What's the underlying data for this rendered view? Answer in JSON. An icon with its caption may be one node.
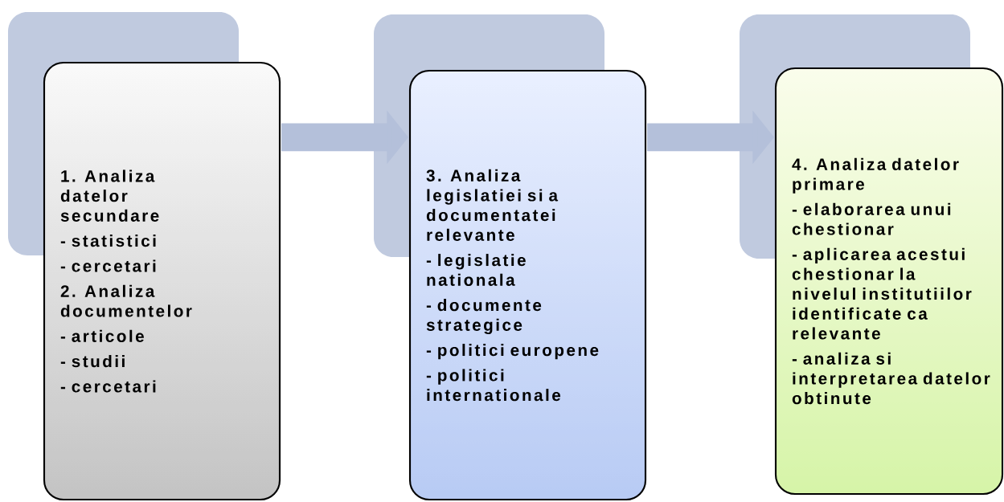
{
  "diagram": {
    "nodes": [
      {
        "text": [
          "1. Analiza datelor secundare",
          "- statistici",
          "- cercetari",
          "2. Analiza documentelor",
          "- articole",
          "- studii",
          "- cercetari"
        ]
      },
      {
        "text": [
          "3. Analiza legislatiei si a documentatei relevante",
          "- legislatie nationala",
          "- documente strategice",
          "- politici europene",
          "- politici internationale"
        ]
      },
      {
        "text": [
          "4. Analiza datelor primare",
          "- elaborarea unui chestionar",
          "- aplicarea acestui chestionar la nivelul institutiilor identificate ca relevante",
          "- analiza si interpretarea datelor obtinute"
        ]
      }
    ],
    "edges": [
      {
        "from": 0,
        "to": 1,
        "arrow": "to"
      },
      {
        "from": 1,
        "to": 2,
        "arrow": "to"
      }
    ]
  }
}
